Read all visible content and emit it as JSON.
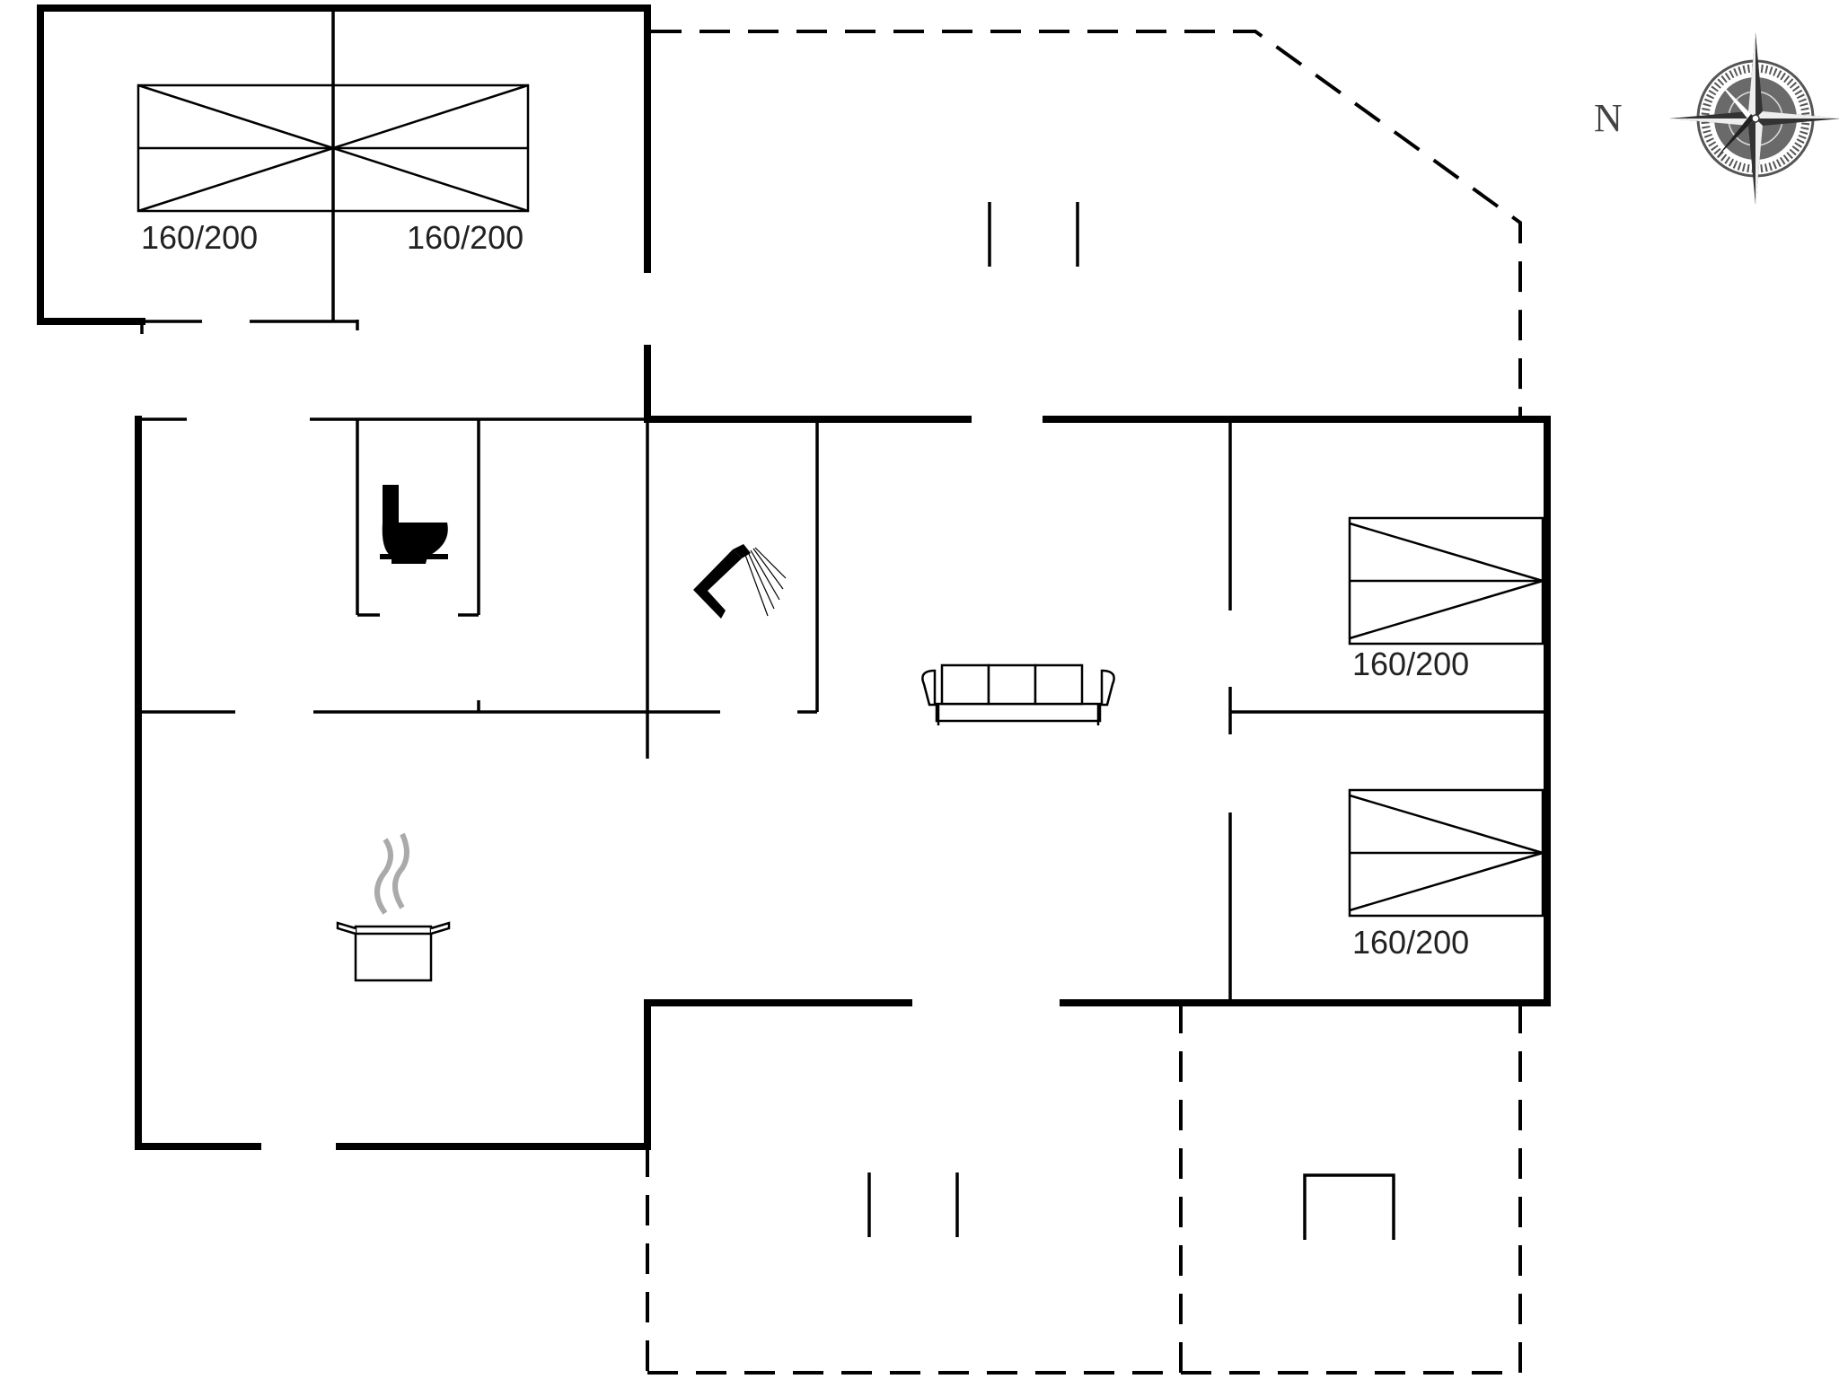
{
  "compass": {
    "north_label": "N",
    "icon": "compass-rose-icon"
  },
  "bed_labels": {
    "top_left": "160/200",
    "top_right": "160/200",
    "east_upper": "160/200",
    "east_lower": "160/200"
  },
  "icons": {
    "toilet": "toilet-icon",
    "shower": "shower-icon",
    "sofa": "sofa-icon",
    "cooking_pot": "cooking-pot-icon"
  },
  "colors": {
    "walls": "#000000",
    "background": "#ffffff",
    "text": "#222222",
    "steam": "#aaaaaa"
  }
}
